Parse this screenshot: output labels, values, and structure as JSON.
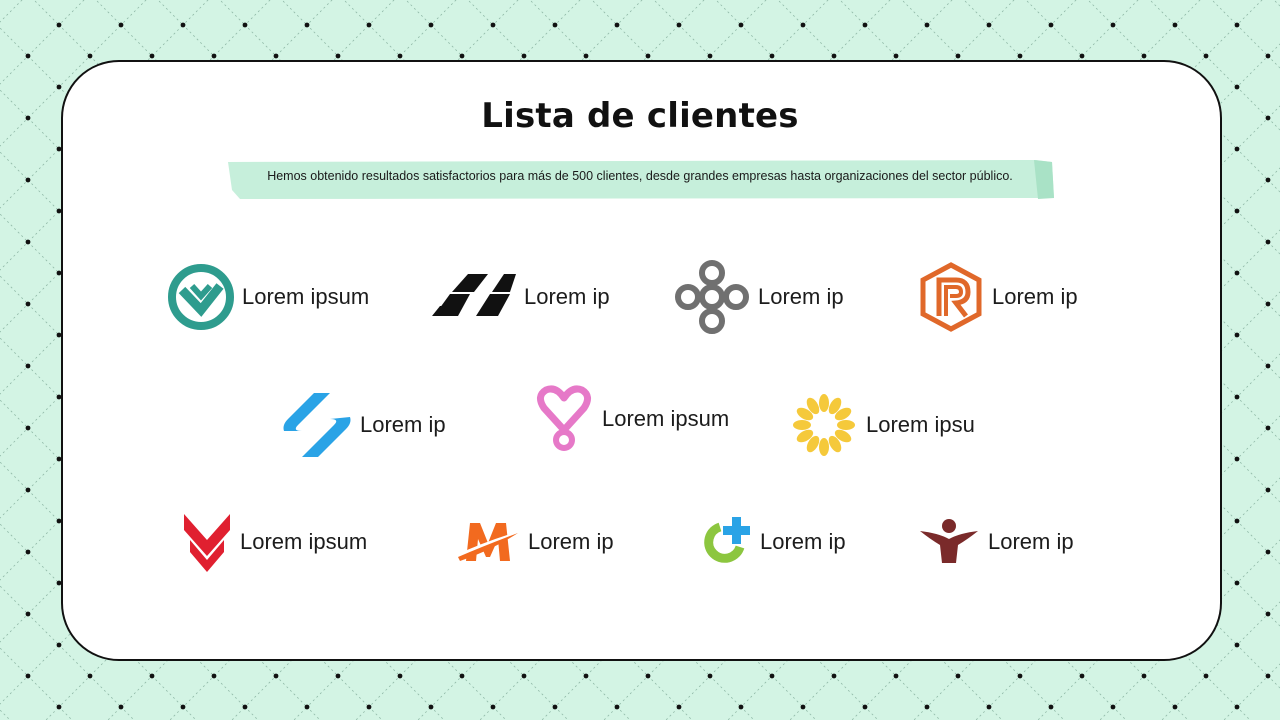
{
  "slide": {
    "title": "Lista de clientes",
    "subtitle": "Hemos obtenido resultados satisfactorios para más de 500 clientes, desde grandes empresas hasta organizaciones del sector público."
  },
  "clients": [
    {
      "name": "Lorem ipsum",
      "icon": "check-circle-icon",
      "color": "#2e9c8e"
    },
    {
      "name": "Lorem ip",
      "icon": "racing-flag-icon",
      "color": "#111111"
    },
    {
      "name": "Lorem ip",
      "icon": "rings-cross-icon",
      "color": "#707070"
    },
    {
      "name": "Lorem ip",
      "icon": "hexagon-r-icon",
      "color": "#e0682a"
    },
    {
      "name": "Lorem ip",
      "icon": "swoosh-s-icon",
      "color": "#2aa3e6"
    },
    {
      "name": "Lorem ipsum",
      "icon": "heart-key-icon",
      "color": "#e679c8"
    },
    {
      "name": "Lorem ipsu",
      "icon": "sunflower-icon",
      "color": "#f5c93b"
    },
    {
      "name": "Lorem ipsum",
      "icon": "double-chevron-icon",
      "color": "#e02030"
    },
    {
      "name": "Lorem ip",
      "icon": "letter-m-icon",
      "color": "#f26a1f"
    },
    {
      "name": "Lorem ip",
      "icon": "plus-ring-icon",
      "color": "#2aa3e6"
    },
    {
      "name": "Lorem ip",
      "icon": "person-arms-icon",
      "color": "#7a2a2a"
    }
  ],
  "colors": {
    "background": "#d3f4e4",
    "banner": "#c6efdb",
    "frame": "#111111"
  }
}
